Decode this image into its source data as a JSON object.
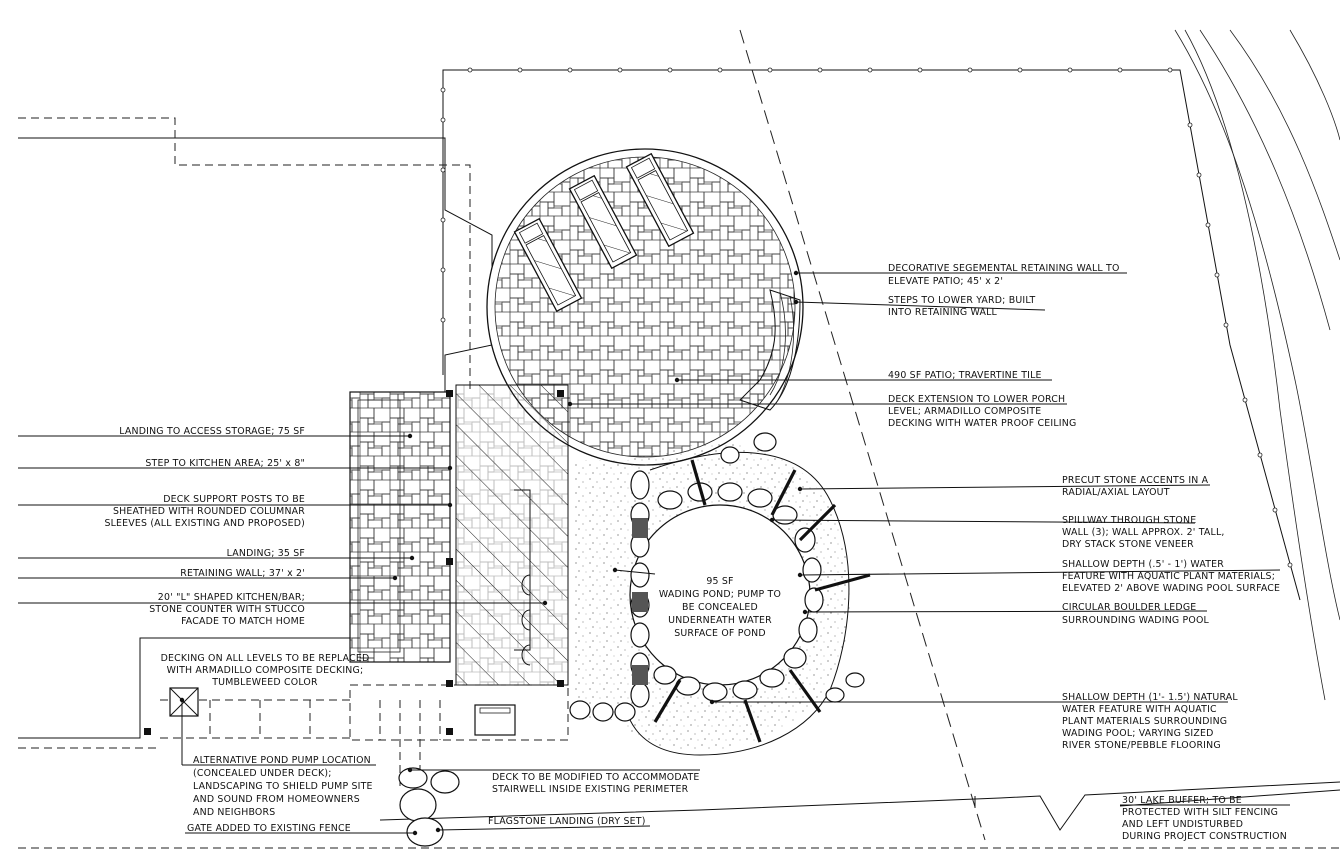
{
  "labels": {
    "retaining_wall_deco_1": "DECORATIVE SEGEMENTAL RETAINING WALL TO",
    "retaining_wall_deco_2": "ELEVATE PATIO; 45' x 2'",
    "steps_1": "STEPS TO LOWER YARD; BUILT",
    "steps_2": "INTO RETAINING WALL",
    "patio": "490 SF PATIO; TRAVERTINE TILE",
    "deck_ext_1": "DECK EXTENSION TO LOWER PORCH",
    "deck_ext_2": "LEVEL; ARMADILLO COMPOSITE",
    "deck_ext_3": "DECKING WITH WATER PROOF CEILING",
    "precut_1": "PRECUT STONE ACCENTS IN A",
    "precut_2": "RADIAL/AXIAL LAYOUT",
    "spillway_1": "SPILLWAY THROUGH STONE",
    "spillway_2": "WALL (3); WALL APPROX. 2' TALL,",
    "spillway_3": "DRY STACK STONE VENEER",
    "shallow_water_1": "SHALLOW DEPTH (.5' - 1') WATER",
    "shallow_water_2": "FEATURE WITH AQUATIC PLANT MATERIALS;",
    "shallow_water_3": "ELEVATED 2' ABOVE WADING POOL SURFACE",
    "boulder_1": "CIRCULAR BOULDER LEDGE",
    "boulder_2": "SURROUNDING WADING POOL",
    "natural_1": "SHALLOW DEPTH (1'- 1.5') NATURAL",
    "natural_2": "WATER FEATURE WITH AQUATIC",
    "natural_3": "PLANT MATERIALS SURROUNDING",
    "natural_4": "WADING POOL; VARYING SIZED",
    "natural_5": "RIVER STONE/PEBBLE FLOORING",
    "lake_1": "30' LAKE BUFFER; TO BE",
    "lake_2": "PROTECTED WITH SILT FENCING",
    "lake_3": "AND LEFT UNDISTURBED",
    "lake_4": "DURING PROJECT CONSTRUCTION",
    "pond_1": "95 SF",
    "pond_2": "WADING POND; PUMP TO",
    "pond_3": "BE CONCEALED",
    "pond_4": "UNDERNEATH WATER",
    "pond_5": "SURFACE OF POND",
    "landing_storage": "LANDING TO ACCESS STORAGE; 75 SF",
    "step_kitchen": "STEP TO KITCHEN AREA; 25' x 8\"",
    "posts_1": "DECK SUPPORT POSTS TO BE",
    "posts_2": "SHEATHED WITH ROUNDED COLUMNAR",
    "posts_3": "SLEEVES (ALL EXISTING AND PROPOSED)",
    "landing35": "LANDING; 35 SF",
    "retaining37": "RETAINING WALL; 37' x 2'",
    "kitchen_1": "20' \"L\" SHAPED KITCHEN/BAR;",
    "kitchen_2": "STONE COUNTER WITH STUCCO",
    "kitchen_3": "FACADE TO MATCH HOME",
    "decking_1": "DECKING ON ALL LEVELS TO BE REPLACED",
    "decking_2": "WITH ARMADILLO COMPOSITE DECKING;",
    "decking_3": "TUMBLEWEED COLOR",
    "alt_pump_1": "ALTERNATIVE POND PUMP LOCATION",
    "alt_pump_2": "(CONCEALED UNDER DECK);",
    "alt_pump_3": "LANDSCAPING TO SHIELD PUMP SITE",
    "alt_pump_4": "AND SOUND FROM HOMEOWNERS",
    "alt_pump_5": "AND NEIGHBORS",
    "gate": "GATE ADDED TO EXISTING FENCE",
    "deck_mod_1": "DECK TO BE MODIFIED TO ACCOMMODATE",
    "deck_mod_2": "STAIRWELL INSIDE EXISTING PERIMETER",
    "flagstone": "FLAGSTONE LANDING (DRY SET)"
  }
}
